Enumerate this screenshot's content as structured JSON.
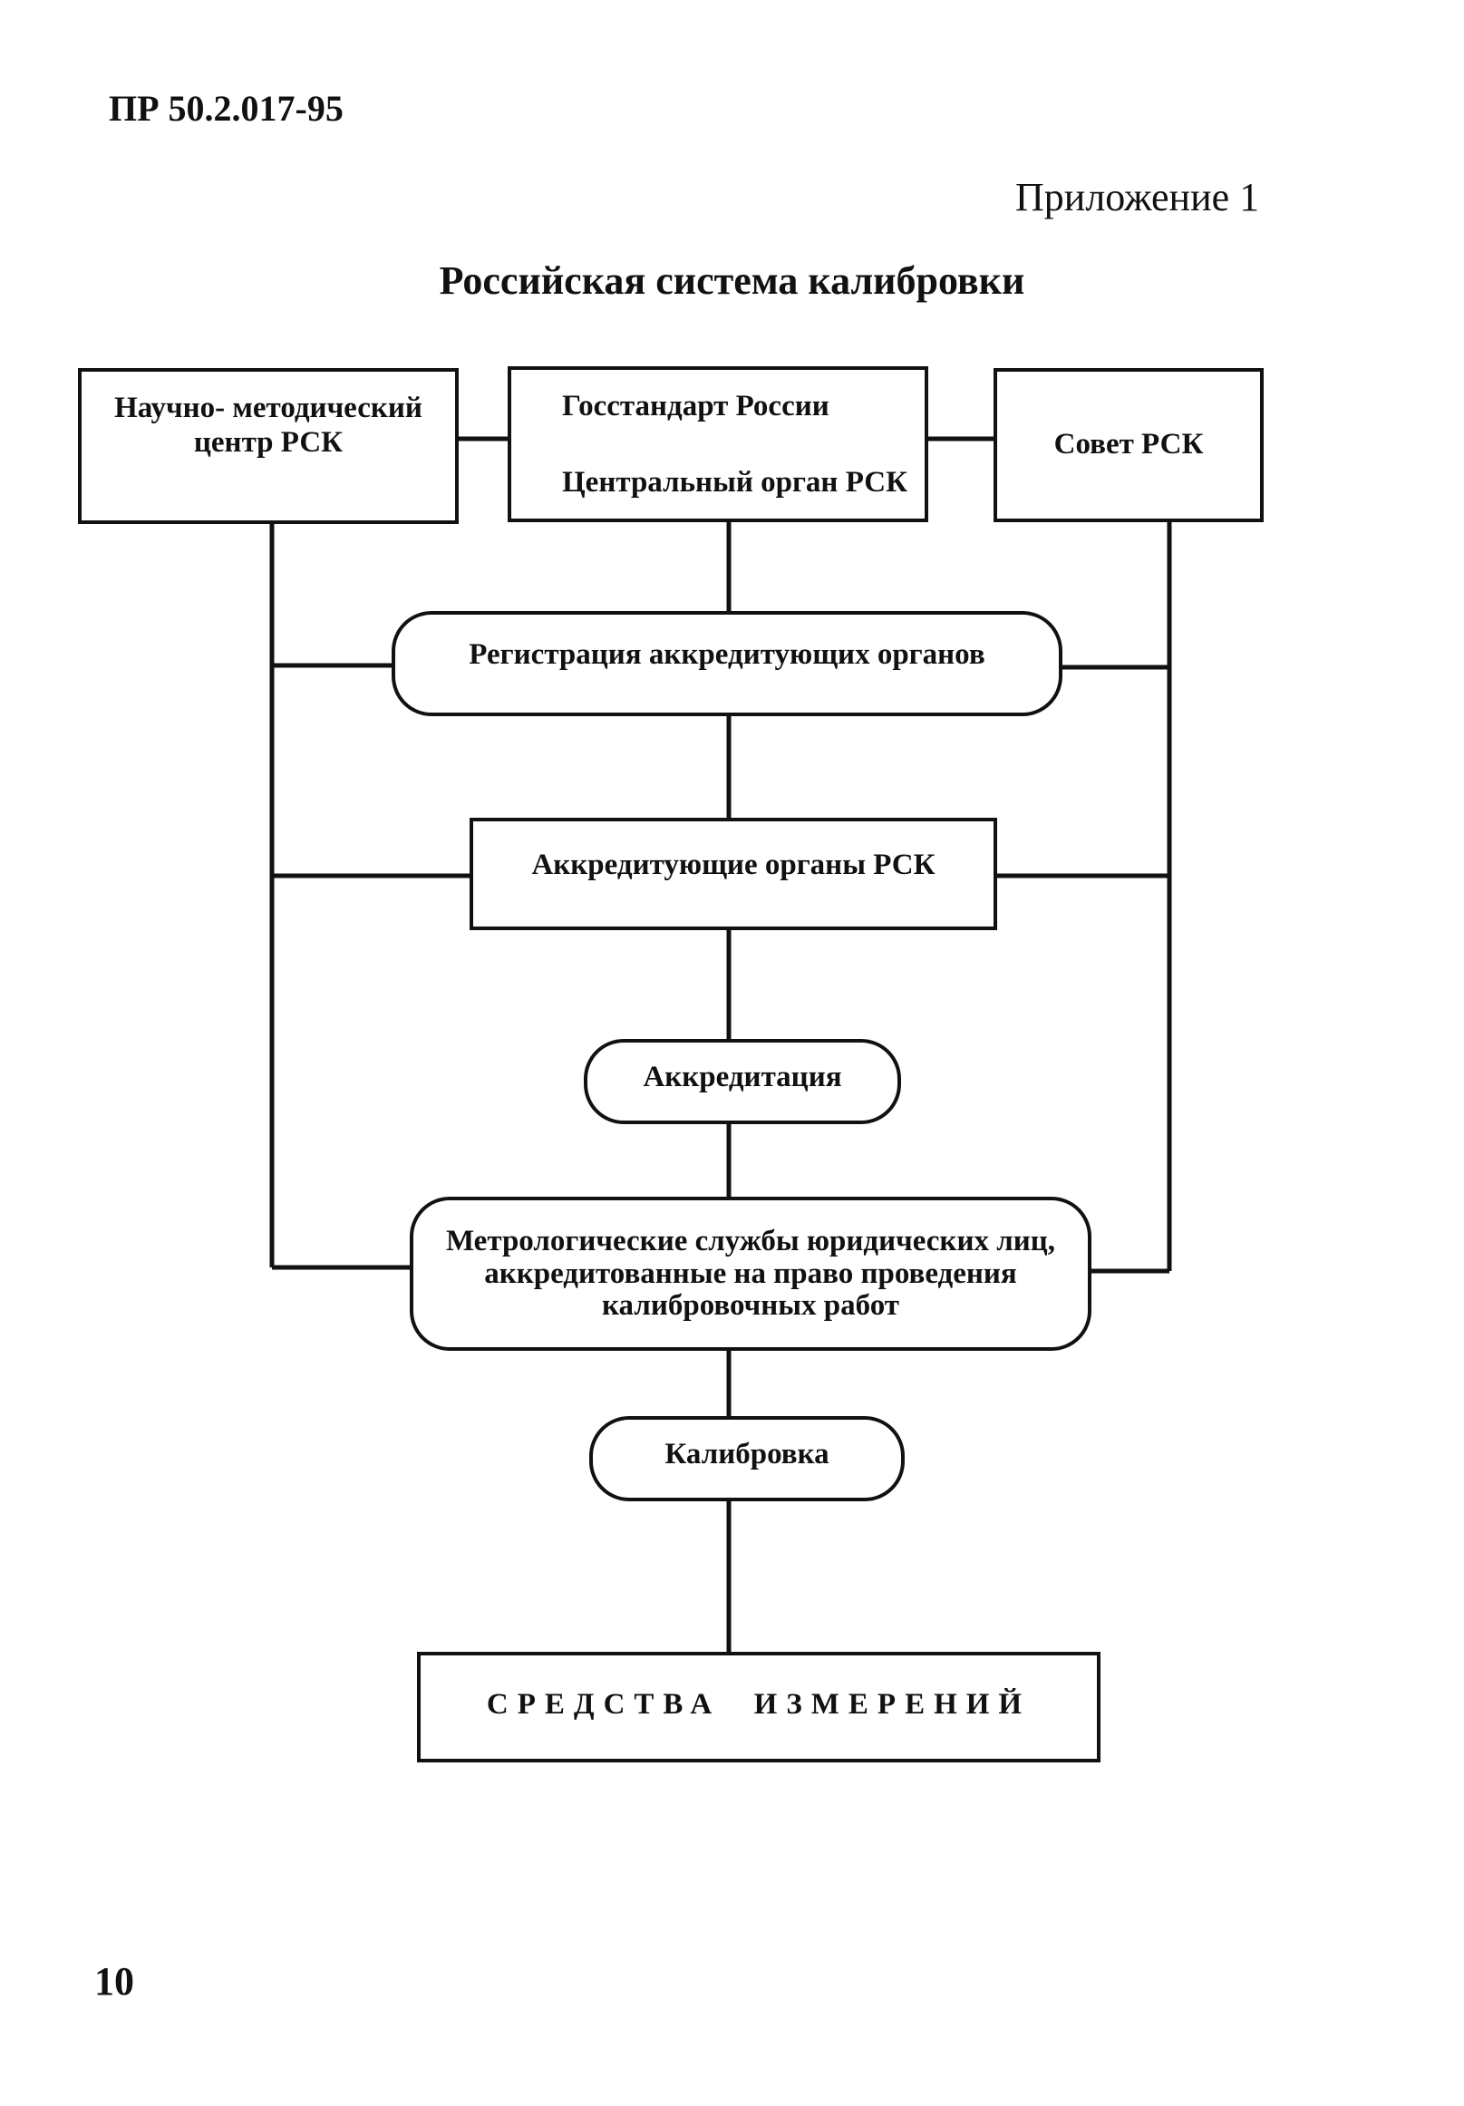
{
  "header": {
    "doc_code": "ПР 50.2.017-95",
    "appendix": "Приложение 1"
  },
  "title": "Российская система калибровки",
  "nodes": {
    "scientific_center": {
      "line1": "Научно- методический",
      "line2": "центр РСК"
    },
    "gosstandart": {
      "line1": "Госстандарт России",
      "line2": "Центральный орган РСК"
    },
    "council": {
      "label": "Совет РСК"
    },
    "registration": {
      "label": "Регистрация аккредитующих органов"
    },
    "accrediting_bodies": {
      "label": "Аккредитующие органы РСК"
    },
    "accreditation": {
      "label": "Аккредитация"
    },
    "metrology_services": {
      "line1": "Метрологические службы юридических лиц,",
      "line2": "аккредитованные на право проведения",
      "line3": "калибровочных работ"
    },
    "calibration": {
      "label": "Калибровка"
    },
    "measuring_instruments": {
      "label": "СРЕДСТВА  ИЗМЕРЕНИЙ"
    }
  },
  "footer": {
    "page_number": "10"
  }
}
